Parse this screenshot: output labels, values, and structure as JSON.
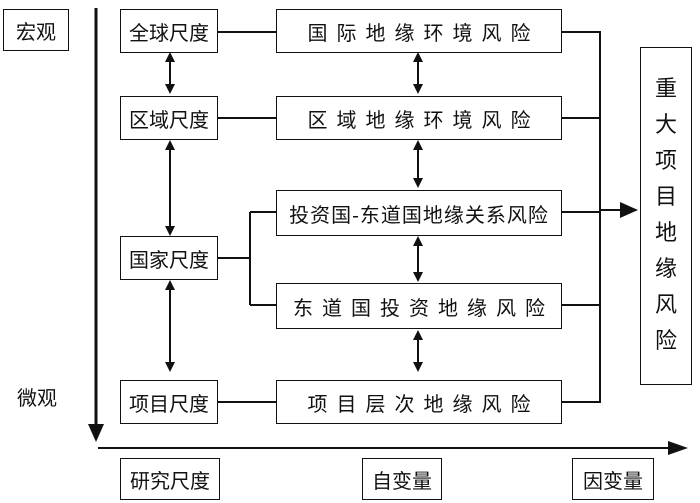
{
  "axis": {
    "top": "宏观",
    "bottom": "微观"
  },
  "scales": [
    {
      "label": "全球尺度"
    },
    {
      "label": "区域尺度"
    },
    {
      "label": "国家尺度"
    },
    {
      "label": "项目尺度"
    }
  ],
  "risks": [
    {
      "label": "国际地缘环境风险"
    },
    {
      "label": "区域地缘环境风险"
    },
    {
      "label": "投资国-东道国地缘关系风险"
    },
    {
      "label": "东道国投资地缘风险"
    },
    {
      "label": "项目层次地缘风险"
    }
  ],
  "outcome": {
    "chars": [
      "重",
      "大",
      "项",
      "目",
      "地",
      "缘",
      "风",
      "险"
    ]
  },
  "footer": {
    "research_scale": "研究尺度",
    "independent": "自变量",
    "dependent": "因变量"
  }
}
